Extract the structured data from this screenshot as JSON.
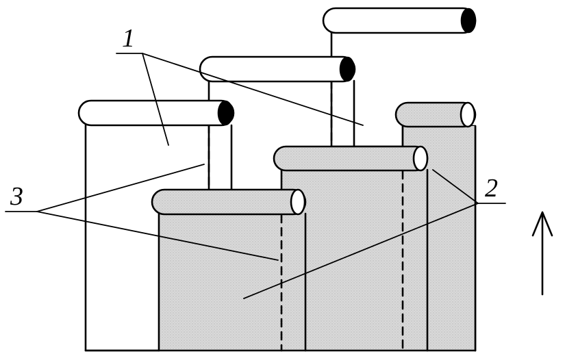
{
  "labels": {
    "one": "1",
    "two": "2",
    "three": "3"
  },
  "colors": {
    "ink": "#000000",
    "paper": "#ffffff",
    "shaded": "#d9d9d9"
  },
  "icons": {
    "arrow": "up-arrow-icon"
  }
}
